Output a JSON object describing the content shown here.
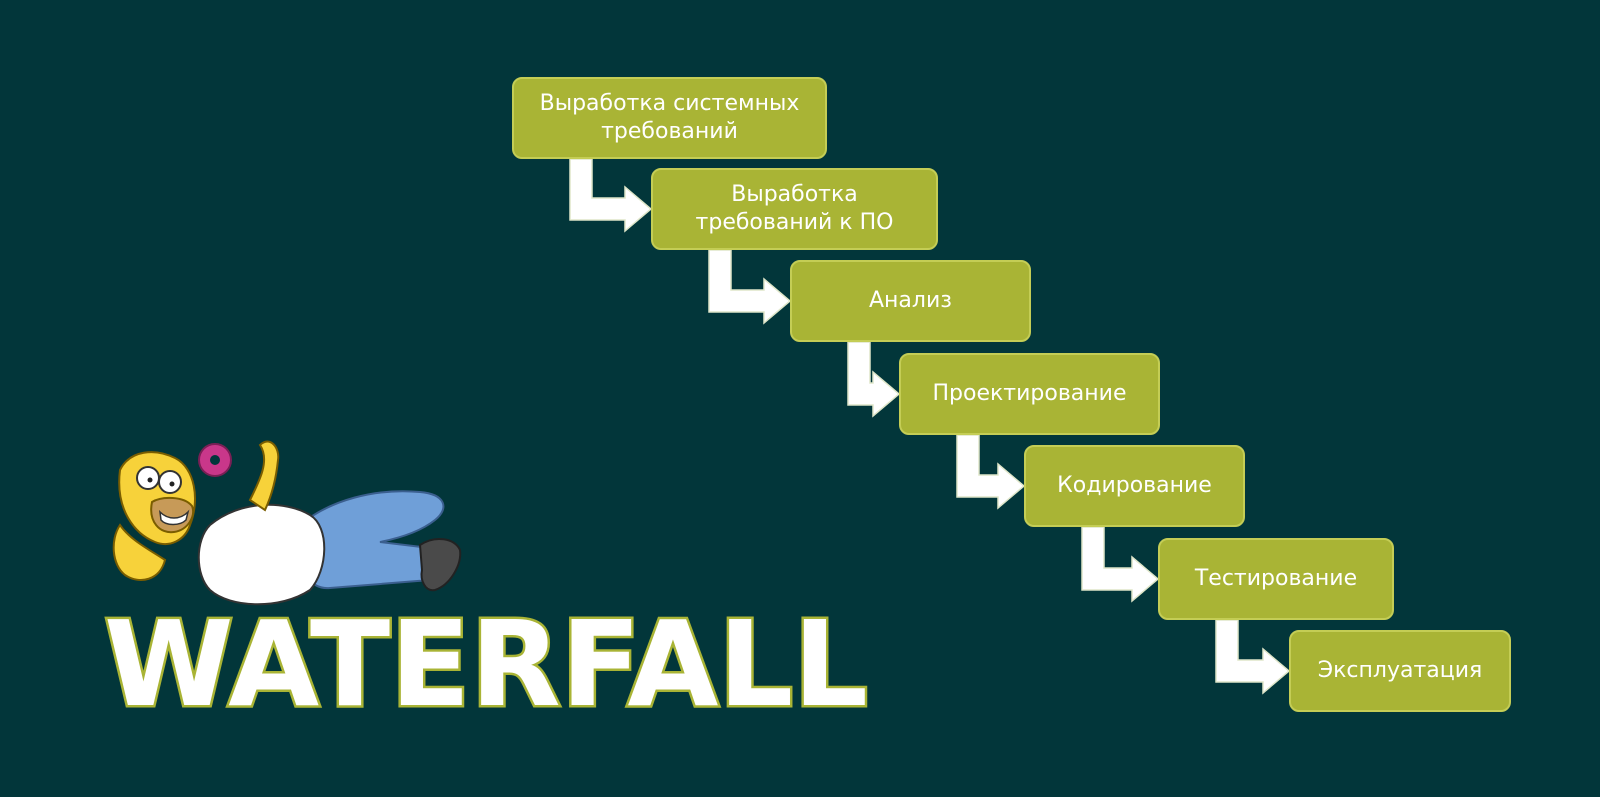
{
  "colors": {
    "background": "#02363a",
    "box_fill": "#a9b435",
    "box_border": "#c4cd55",
    "arrow": "#ffffff",
    "title_fill": "#ffffff",
    "title_outline": "#a9b435"
  },
  "title": "WATERFALL",
  "mascot": {
    "icon": "homer-reclining-with-donut-icon"
  },
  "steps": [
    {
      "label": "Выработка системных требований"
    },
    {
      "label": "Выработка требований к ПО"
    },
    {
      "label": "Анализ"
    },
    {
      "label": "Проектирование"
    },
    {
      "label": "Кодирование"
    },
    {
      "label": "Тестирование"
    },
    {
      "label": "Эксплуатация"
    }
  ],
  "arrows": [
    {
      "from": 0,
      "to": 1
    },
    {
      "from": 1,
      "to": 2
    },
    {
      "from": 2,
      "to": 3
    },
    {
      "from": 3,
      "to": 4
    },
    {
      "from": 4,
      "to": 5
    },
    {
      "from": 5,
      "to": 6
    }
  ]
}
